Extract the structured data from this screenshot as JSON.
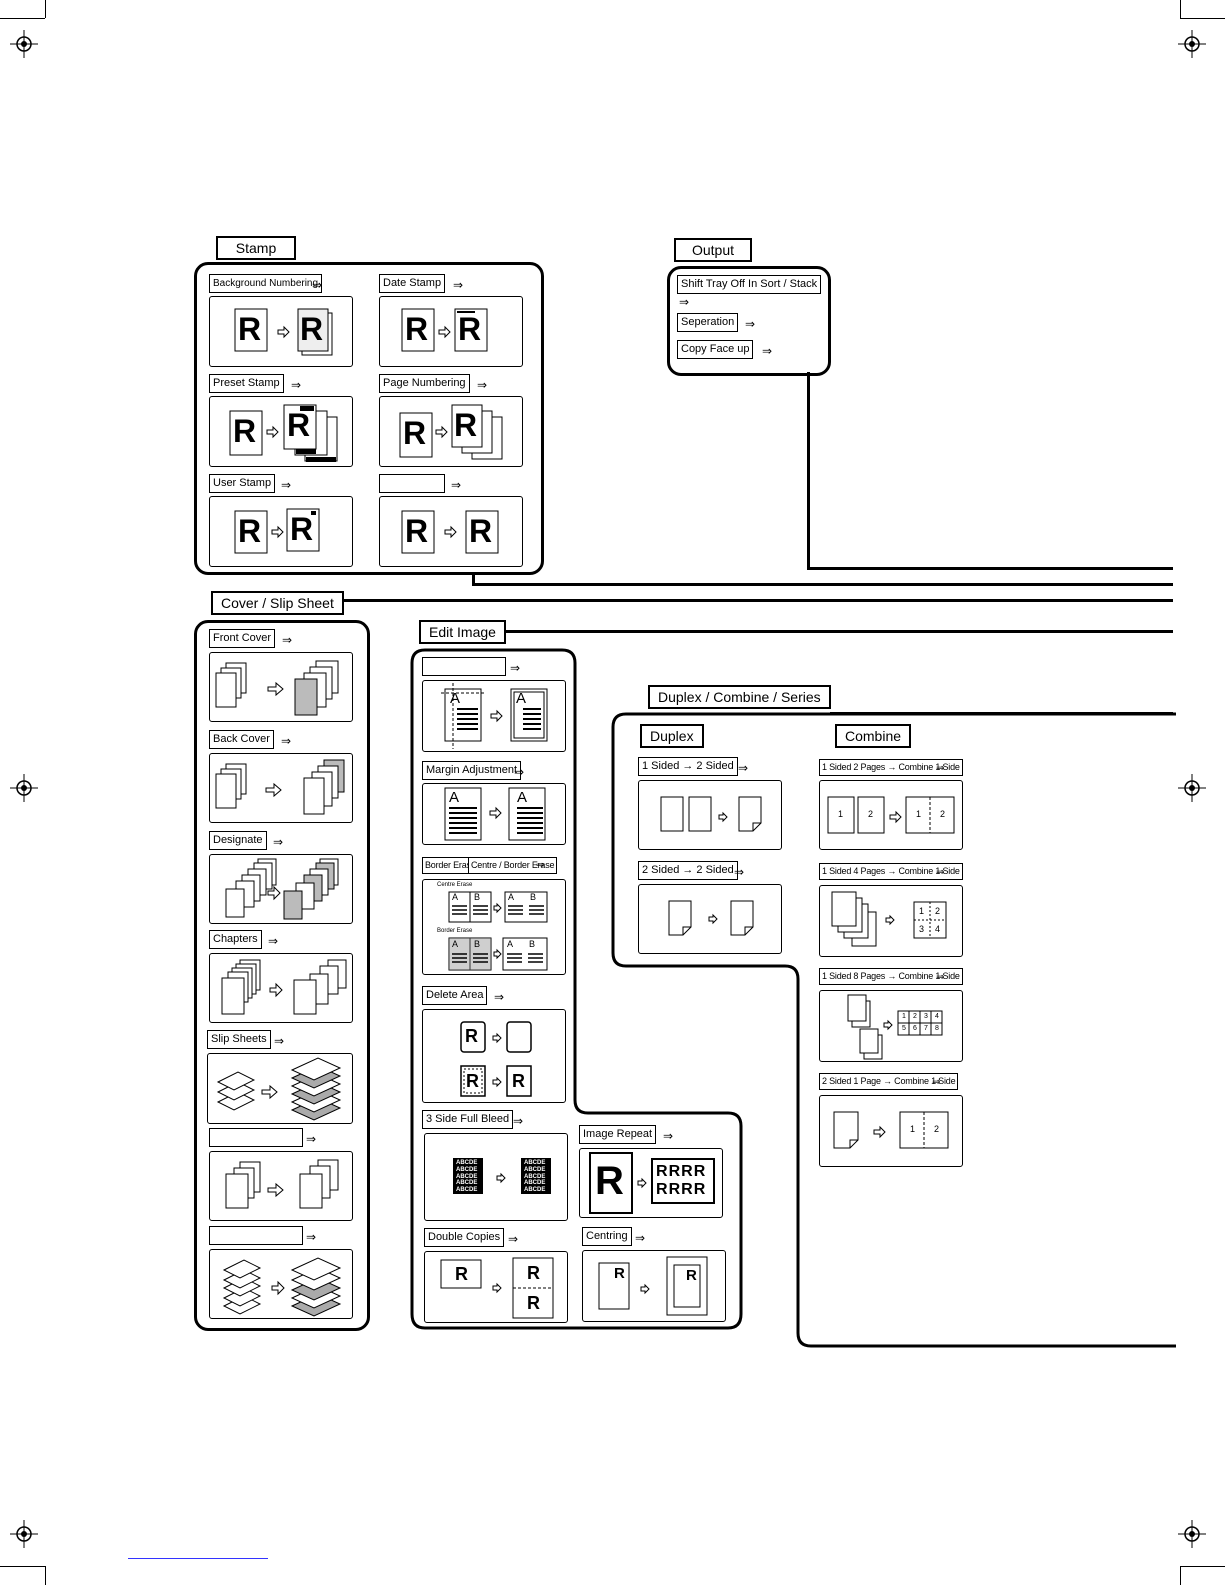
{
  "headers": {
    "stamp": "Stamp",
    "output": "Output",
    "cover_slip": "Cover / Slip Sheet",
    "edit_image": "Edit Image",
    "duplex_combine_series": "Duplex / Combine / Series",
    "duplex": "Duplex",
    "combine": "Combine"
  },
  "arrow": "⇒",
  "stamp": {
    "background_numbering": "Background Numbering",
    "date_stamp": "Date Stamp",
    "preset_stamp": "Preset Stamp",
    "page_numbering": "Page Numbering",
    "user_stamp": "User Stamp"
  },
  "output": {
    "shift_tray": "Shift Tray Off In Sort / Stack",
    "separation": "Seperation",
    "copy_face_up": "Copy Face up"
  },
  "cover": {
    "front_cover": "Front Cover",
    "back_cover": "Back Cover",
    "designate": "Designate",
    "chapters": "Chapters",
    "slip_sheets": "Slip Sheets"
  },
  "edit": {
    "margin_adjustment": "Margin Adjustment",
    "border_erase": "Border Erase",
    "centre_border_erase": "Centre / Border Erase",
    "centre_erase_caption": "Centre Erase",
    "border_erase_caption": "Border Erase",
    "delete_area": "Delete Area",
    "full_bleed": "3 Side Full Bleed",
    "image_repeat": "Image Repeat",
    "double_copies": "Double Copies",
    "centring": "Centring"
  },
  "duplex": {
    "one_to_two": "1 Sided → 2 Sided",
    "two_to_two": "2 Sided → 2 Sided"
  },
  "combine": {
    "c2": "1 Sided 2 Pages → Combine 1 Side",
    "c4": "1 Sided 4 Pages → Combine 1 Side",
    "c8": "1 Sided 8 Pages → Combine 1 Side",
    "c2s": "2 Sided 1 Page → Combine 1 Side"
  },
  "icons": {
    "r": "R",
    "a": "A",
    "b": "B",
    "abcde": "ABCDE",
    "n1": "1",
    "n2": "2",
    "n3": "3",
    "n4": "4",
    "n5": "5",
    "n6": "6",
    "n7": "7",
    "n8": "8"
  }
}
